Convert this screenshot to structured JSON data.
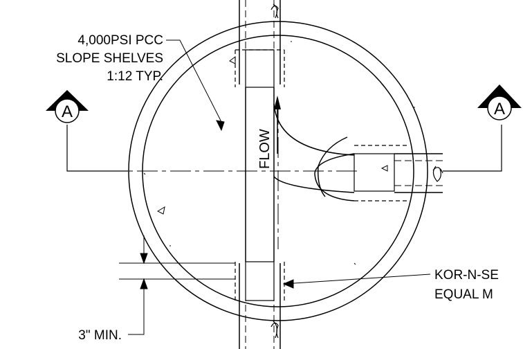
{
  "labels": {
    "concrete_line1": "4,000PSI PCC",
    "concrete_line2": "SLOPE SHELVES",
    "concrete_line3": "1:12 TYP.",
    "section_left": "A",
    "section_right": "A",
    "flow": "FLOW",
    "min_dim": "3\" MIN.",
    "seal_line1": "KOR-N-SE",
    "seal_line2": "EQUAL M"
  },
  "colors": {
    "line": "#000000",
    "background": "#ffffff"
  }
}
